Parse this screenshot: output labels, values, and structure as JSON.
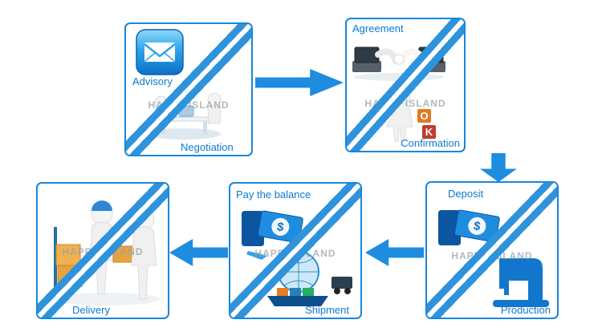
{
  "watermark": "HAPPY ISLAND",
  "colors": {
    "box_border_blue": "#1787da",
    "stripe_blue": "#2f93dc",
    "arrow_blue": "#1e8de0",
    "label_blue": "#0e7ad2",
    "ok_block_orange": "#e07b1f",
    "ok_block_red": "#c23b2e"
  },
  "steps": [
    {
      "top_label": "Advisory",
      "bottom_label": "Negotiation"
    },
    {
      "top_label": "Agreement",
      "bottom_label": "Confirmation"
    },
    {
      "top_label": "Deposit",
      "bottom_label": "Production"
    },
    {
      "top_label": "Pay the balance",
      "bottom_label": "Shipment"
    },
    {
      "bottom_label": "Delivery"
    }
  ],
  "glyphs": {
    "ok_o": "O",
    "ok_k": "K",
    "currency": "$"
  },
  "icons": {
    "advisory": "email-envelope-icon",
    "negotiation": "meeting-figures-illustration",
    "agreement": "handshake-laptops-illustration",
    "confirmation": "ok-blocks-figure-illustration",
    "deposit": "money-wallet-icon",
    "production": "sewing-machine-icon",
    "pay_balance": "money-wallet-icon",
    "shipment": "globe-logistics-illustration",
    "delivery": "package-handover-illustration"
  }
}
